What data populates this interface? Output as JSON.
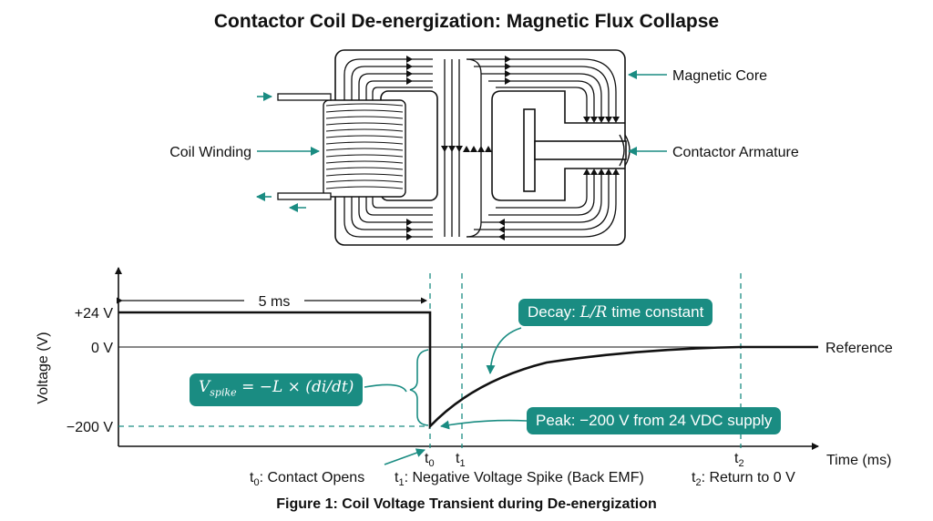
{
  "title": "Contactor Coil De-energization: Magnetic Flux Collapse",
  "diagram": {
    "labels": {
      "magnetic_core": "Magnetic Core",
      "coil_winding": "Coil Winding",
      "contactor_armature": "Contactor Armature"
    }
  },
  "graph": {
    "y_axis_label": "Voltage (V)",
    "x_axis_label": "Time (ms)",
    "y_ticks": [
      "+24 V",
      "0 V",
      "−200 V"
    ],
    "duration_label": "5 ms",
    "reference_label": "Reference",
    "time_markers": [
      {
        "base": "t",
        "sub": "0",
        "desc": ": Contact Opens"
      },
      {
        "base": "t",
        "sub": "1",
        "desc": ": Negative Voltage Spike (Back EMF)"
      },
      {
        "base": "t",
        "sub": "2",
        "desc": ": Return to 0 V"
      }
    ],
    "callouts": {
      "decay_prefix": "Decay: ",
      "decay_math": "L/R",
      "decay_suffix": " time constant",
      "vspike_v": "V",
      "vspike_sub": "spike",
      "vspike_eq": " = −L × (di/dt)",
      "peak": "Peak: −200 V from 24 VDC supply"
    },
    "colors": {
      "accent": "#1a8c82",
      "ink": "#111111"
    }
  },
  "caption": "Figure 1: Coil Voltage Transient during De-energization"
}
